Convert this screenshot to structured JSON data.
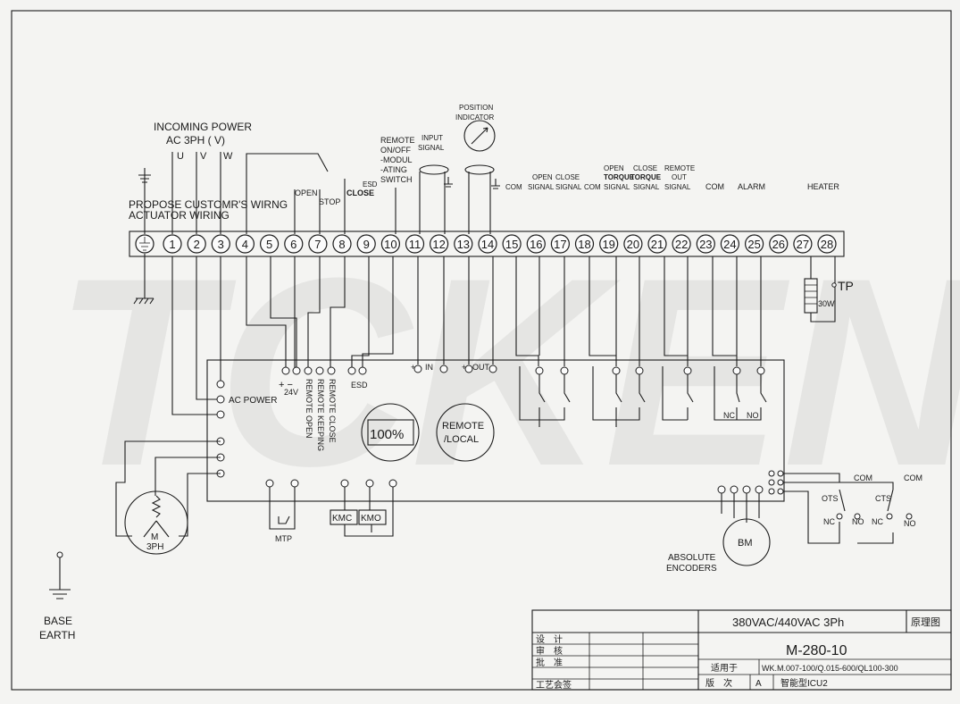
{
  "incoming_power": {
    "title": "INCOMING POWER",
    "ac_spec": "AC  3PH  (  V)",
    "phases": [
      "U",
      "V",
      "W"
    ]
  },
  "wiring": {
    "line1": "PROPOSE CUSTOMR'S WIRNG",
    "line2": "ACTUATOR WIRING"
  },
  "terminals": [
    "1",
    "2",
    "3",
    "4",
    "5",
    "6",
    "7",
    "8",
    "9",
    "10",
    "11",
    "12",
    "13",
    "14",
    "15",
    "16",
    "17",
    "18",
    "19",
    "20",
    "21",
    "22",
    "23",
    "24",
    "25",
    "26",
    "27",
    "28"
  ],
  "top_labels": {
    "open": "OPEN",
    "stop": "STOP",
    "close": "CLOSE",
    "esd": "ESD",
    "remote_switch": [
      "REMOTE",
      "ON/OFF",
      "-MODUL",
      "-ATING",
      "SWITCH"
    ],
    "input_signal": [
      "INPUT",
      "SIGNAL"
    ],
    "position_indicator": [
      "POSITION",
      "INDICATOR"
    ],
    "com1": "COM",
    "open_signal": [
      "OPEN",
      "SIGNAL"
    ],
    "close_signal": [
      "CLOSE",
      "SIGNAL"
    ],
    "com2": "COM",
    "open_torque": [
      "OPEN",
      "TORQUE",
      "SIGNAL"
    ],
    "close_torque": [
      "CLOSE",
      "TORQUE",
      "SIGNAL"
    ],
    "remote_out": [
      "REMOTE",
      "OUT",
      "SIGNAL"
    ],
    "com3": "COM",
    "alarm": "ALARM",
    "heater": "HEATER",
    "heater_power": "30W",
    "tp": "TP"
  },
  "board": {
    "ac_power": "AC POWER",
    "v24": "24V",
    "remote_keeping": "REMOTE KEEPING",
    "remote_open": "REMOTE OPEN",
    "remote_close": "REMOTE CLOSE",
    "esd": "ESD",
    "in": "IN",
    "out": "OUT",
    "display": "100%",
    "remote_local": [
      "REMOTE",
      "/LOCAL"
    ],
    "nc": "NC",
    "no": "NO",
    "kmc": "KMC",
    "kmo": "KMO",
    "mtp": "MTP",
    "motor": [
      "M",
      "3PH"
    ]
  },
  "switches": {
    "com": "COM",
    "ots": "OTS",
    "cts": "CTS",
    "nc": "NC",
    "no": "NO"
  },
  "encoder": {
    "bm": "BM",
    "label": [
      "ABSOLUTE",
      "ENCODERS"
    ]
  },
  "earth": [
    "BASE",
    "EARTH"
  ],
  "title_block": {
    "voltage": "380VAC/440VAC 3Ph",
    "drawing_type": "原理图",
    "model": "M-280-10",
    "rows": [
      "设　计",
      "审　核",
      "批　准",
      "工艺会签"
    ],
    "applies_label": "适用于",
    "applies_value": "WK.M.007-100/Q.015-600/QL100-300",
    "version_label": "版　次",
    "version_value": "A",
    "product": "智能型ICU2"
  }
}
